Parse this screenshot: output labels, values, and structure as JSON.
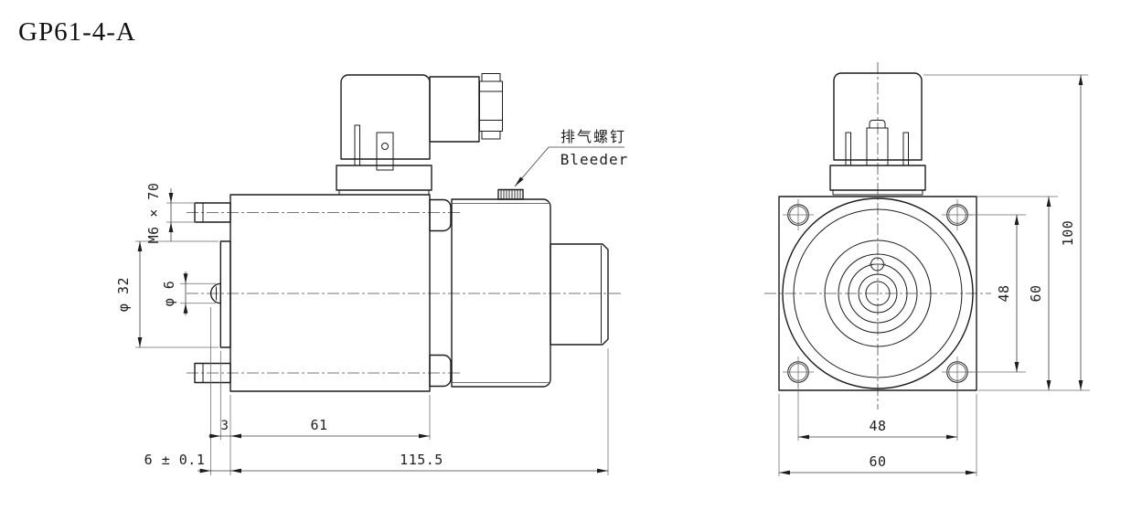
{
  "title": "GP61-4-A",
  "colors": {
    "line": "#1c1c1c",
    "background": "#ffffff"
  },
  "side_view": {
    "name": "solenoid valve side view",
    "dims": {
      "stud_thread": "M6 × 70",
      "flange_diameter": "φ 32",
      "pin_diameter": "φ 6",
      "plate_thickness": "3",
      "coil_length": "61",
      "pin_protrusion": "6 ± 0.1",
      "overall_length": "115.5"
    },
    "bleeder_callout": {
      "cn": "排气螺钉",
      "en": "Bleeder"
    }
  },
  "front_view": {
    "name": "solenoid valve front view",
    "dims": {
      "hole_spacing_vertical": "48",
      "flange_height": "60",
      "overall_height": "100",
      "hole_spacing_horizontal": "48",
      "flange_width": "60"
    }
  }
}
